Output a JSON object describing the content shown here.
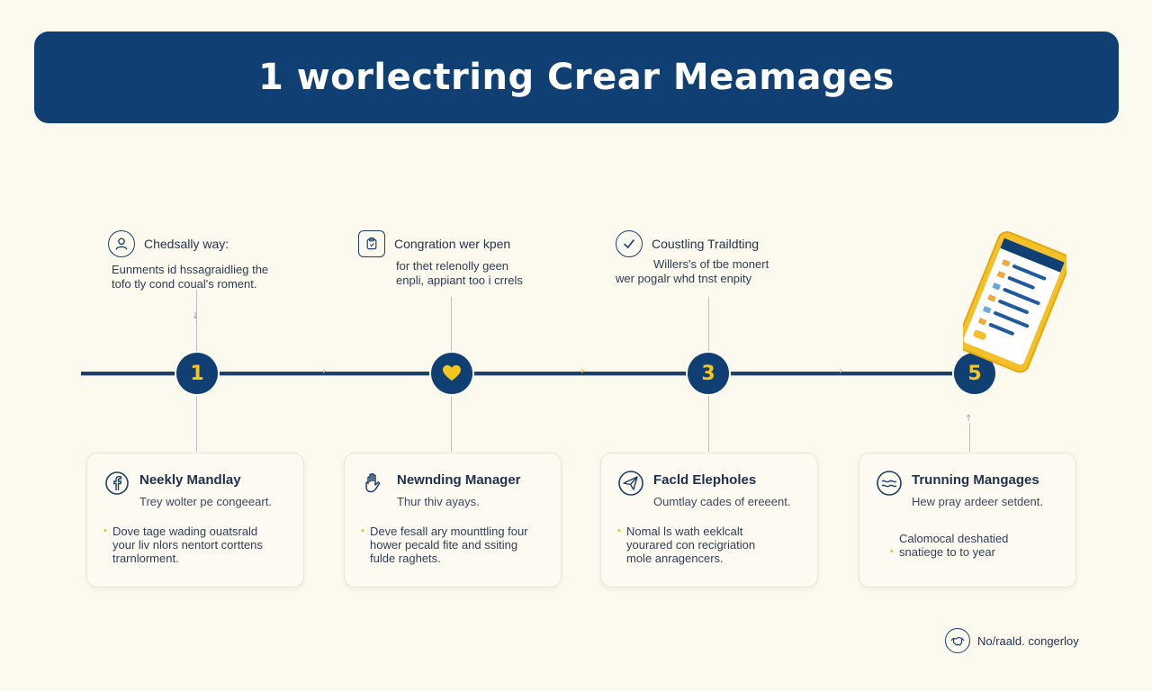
{
  "header": {
    "title": "1 worlectring Crear Meamages"
  },
  "colors": {
    "banner": "#0f3f73",
    "node": "#0f3f73",
    "node_text": "#f5c61f",
    "accent": "#e6bf2a",
    "background": "#fcfaee"
  },
  "steps": [
    {
      "node_label": "1",
      "note": {
        "icon": "user-icon",
        "title": "Chedsally way:",
        "lines": [
          "Eunments id hssagraidlieg the",
          "tofo tly cond coual's roment."
        ]
      },
      "card": {
        "icon": "facebook-icon",
        "title": "Neekly Mandlay",
        "subtitle": "Trey wolter pe congeeart.",
        "bullets": [
          "Dove tage wading ouatsrald",
          "your liv nlors nentort corttens",
          "trarnlorment."
        ]
      }
    },
    {
      "node_label": "",
      "node_icon": "heart-icon",
      "note": {
        "icon": "clipboard-icon",
        "title": "Congration wer kpen",
        "lines": [
          "for thet relenolly geen",
          "enpli, appiant too i crrels"
        ]
      },
      "card": {
        "icon": "hand-icon",
        "title": "Newnding Manager",
        "subtitle": "Thur thiv ayays.",
        "bullets": [
          "Deve fesall ary mounttling four",
          "hower pecald fite and ssiting",
          "fulde raghets."
        ]
      }
    },
    {
      "node_label": "3",
      "note": {
        "icon": "checkmark-icon",
        "title": "Coustling Traildting",
        "lines": [
          "Willers's of tbe monert",
          "wer pogalr whd tnst enpity"
        ]
      },
      "card": {
        "icon": "paper-plane-icon",
        "title": "Facld Elepholes",
        "subtitle": "Oumtlay cades of ereeent.",
        "bullets": [
          "Nomal ls wath eeklcalt",
          "yourared con recigriation",
          "mole anragencers."
        ]
      }
    },
    {
      "node_label": "5",
      "card": {
        "icon": "wave-icon",
        "title": "Trunning Mangages",
        "subtitle": "Hew pray ardeer setdent.",
        "bullets": [
          "Calomocal deshatied",
          "snatiege to to year"
        ]
      }
    }
  ],
  "footer": {
    "icon": "handshake-icon",
    "text": "No/raald. congerloy"
  }
}
